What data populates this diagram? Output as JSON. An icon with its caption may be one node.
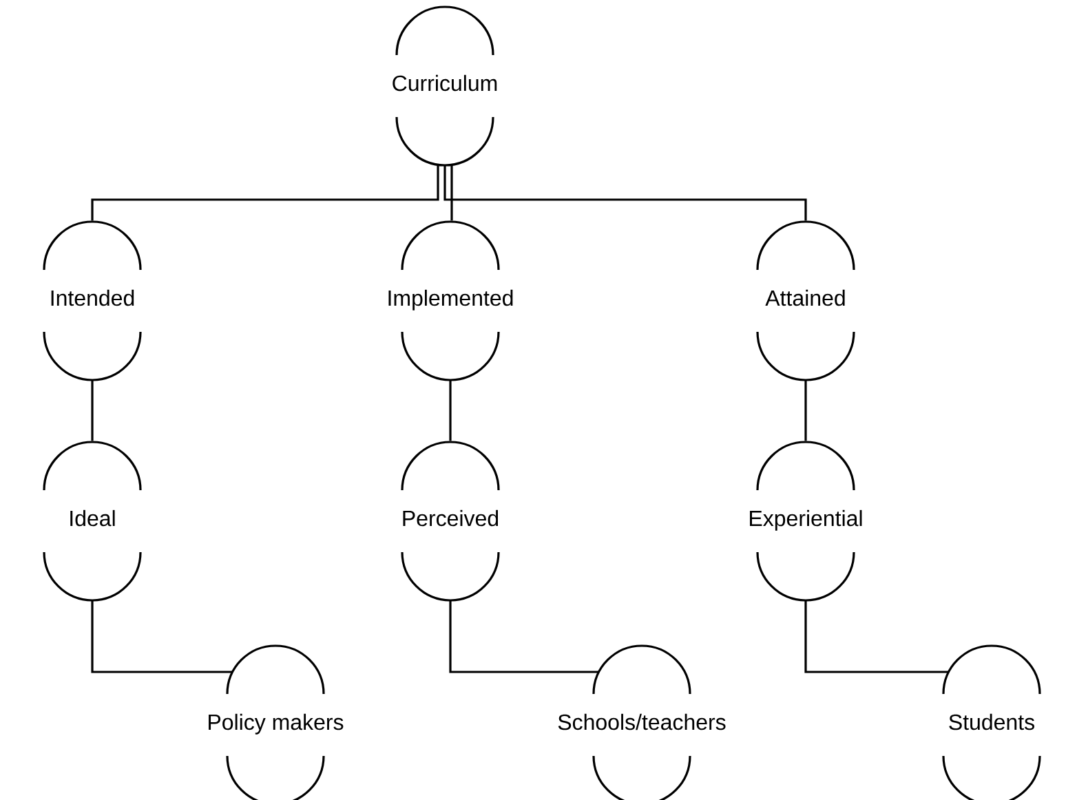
{
  "diagram": {
    "nodes": [
      {
        "text": [
          "Curriculum"
        ]
      },
      {
        "text": [
          "Intended"
        ]
      },
      {
        "text": [
          "Implemented"
        ]
      },
      {
        "text": [
          "Attained"
        ]
      },
      {
        "text": [
          "Ideal"
        ]
      },
      {
        "text": [
          "Perceived"
        ]
      },
      {
        "text": [
          "Experiential"
        ]
      },
      {
        "text": [
          "Policy makers"
        ]
      },
      {
        "text": [
          "Schools/teachers"
        ]
      },
      {
        "text": [
          "Students"
        ]
      }
    ],
    "edges": [
      {
        "from": 0,
        "to": 1,
        "arrow": "none"
      },
      {
        "from": 0,
        "to": 2,
        "arrow": "none"
      },
      {
        "from": 0,
        "to": 3,
        "arrow": "none"
      },
      {
        "from": 1,
        "to": 4,
        "arrow": "none"
      },
      {
        "from": 2,
        "to": 5,
        "arrow": "none"
      },
      {
        "from": 3,
        "to": 6,
        "arrow": "none"
      },
      {
        "from": 4,
        "to": 7,
        "arrow": "none"
      },
      {
        "from": 5,
        "to": 8,
        "arrow": "none"
      },
      {
        "from": 6,
        "to": 9,
        "arrow": "none"
      }
    ]
  }
}
